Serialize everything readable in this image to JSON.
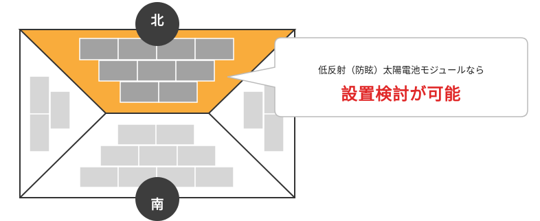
{
  "labels": {
    "north": "北",
    "south": "南"
  },
  "callout": {
    "line1": "低反射（防眩）太陽電池モジュールなら",
    "line2": "設置検討が可能"
  },
  "colors": {
    "north_face": "#f9ac3c",
    "panel": "#a2a2a2",
    "panel_light": "#d6d6d6",
    "outline": "#333333",
    "badge": "#3d3d3d",
    "highlight_text": "#e02828"
  }
}
